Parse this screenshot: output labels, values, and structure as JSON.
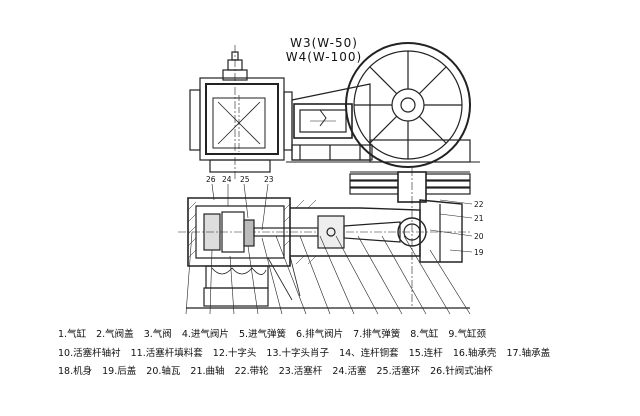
{
  "title": {
    "line1": "W3(W-50)",
    "line2": "W4(W-100)"
  },
  "callouts": {
    "top_left": [
      "26",
      "24",
      "25",
      "23"
    ],
    "right": [
      "22",
      "21",
      "20",
      "19"
    ]
  },
  "legend": {
    "rows": [
      [
        "1.气缸",
        "2.气阀盖",
        "3.气阀",
        "4.进气阀片",
        "5.进气弹簧",
        "6.排气阀片",
        "7.排气弹簧",
        "8.气缸",
        "9.气缸颈"
      ],
      [
        "10.活塞杆轴衬",
        "11.活塞杆填料套",
        "12.十字头",
        "13.十字头肖子",
        "14、连杆铜套",
        "15.连杆",
        "16.轴承壳",
        "17.轴承盖"
      ],
      [
        "18.机身",
        "19.后盖",
        "20.轴瓦",
        "21.曲轴",
        "22.带轮",
        "23.活塞杆",
        "24.活塞",
        "25.活塞环",
        "26.针阀式油杯"
      ]
    ]
  }
}
